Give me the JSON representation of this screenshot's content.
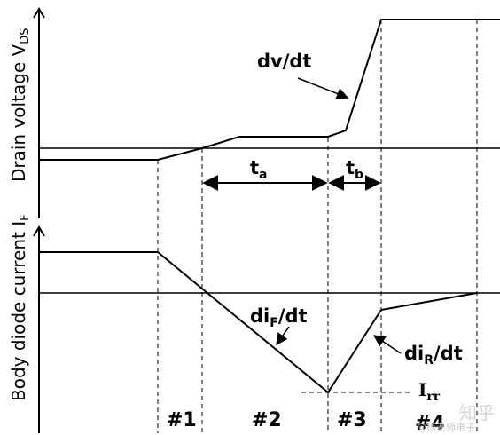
{
  "axes": {
    "top_axis_title": "Drain voltage",
    "top_axis_symbol": "V",
    "top_axis_subscript": "DS",
    "bottom_axis_title": "Body diode current",
    "bottom_axis_symbol": "I",
    "bottom_axis_subscript": "F"
  },
  "annotations": {
    "dv_dt": "dv/dt",
    "di_f_prefix": "di",
    "di_f_sub": "F",
    "di_f_suffix": "/dt",
    "di_r_prefix": "di",
    "di_r_sub": "R",
    "di_r_suffix": "/dt",
    "irr_symbol": "I",
    "irr_sub": "rr",
    "ta_symbol": "t",
    "ta_sub": "a",
    "tb_symbol": "t",
    "tb_sub": "b"
  },
  "phases": [
    "#1",
    "#2",
    "#3",
    "#4"
  ],
  "watermark": {
    "text": "知乎",
    "sub": "@杨老师电子"
  },
  "colors": {
    "line": "#000000",
    "background": "#ffffff"
  }
}
